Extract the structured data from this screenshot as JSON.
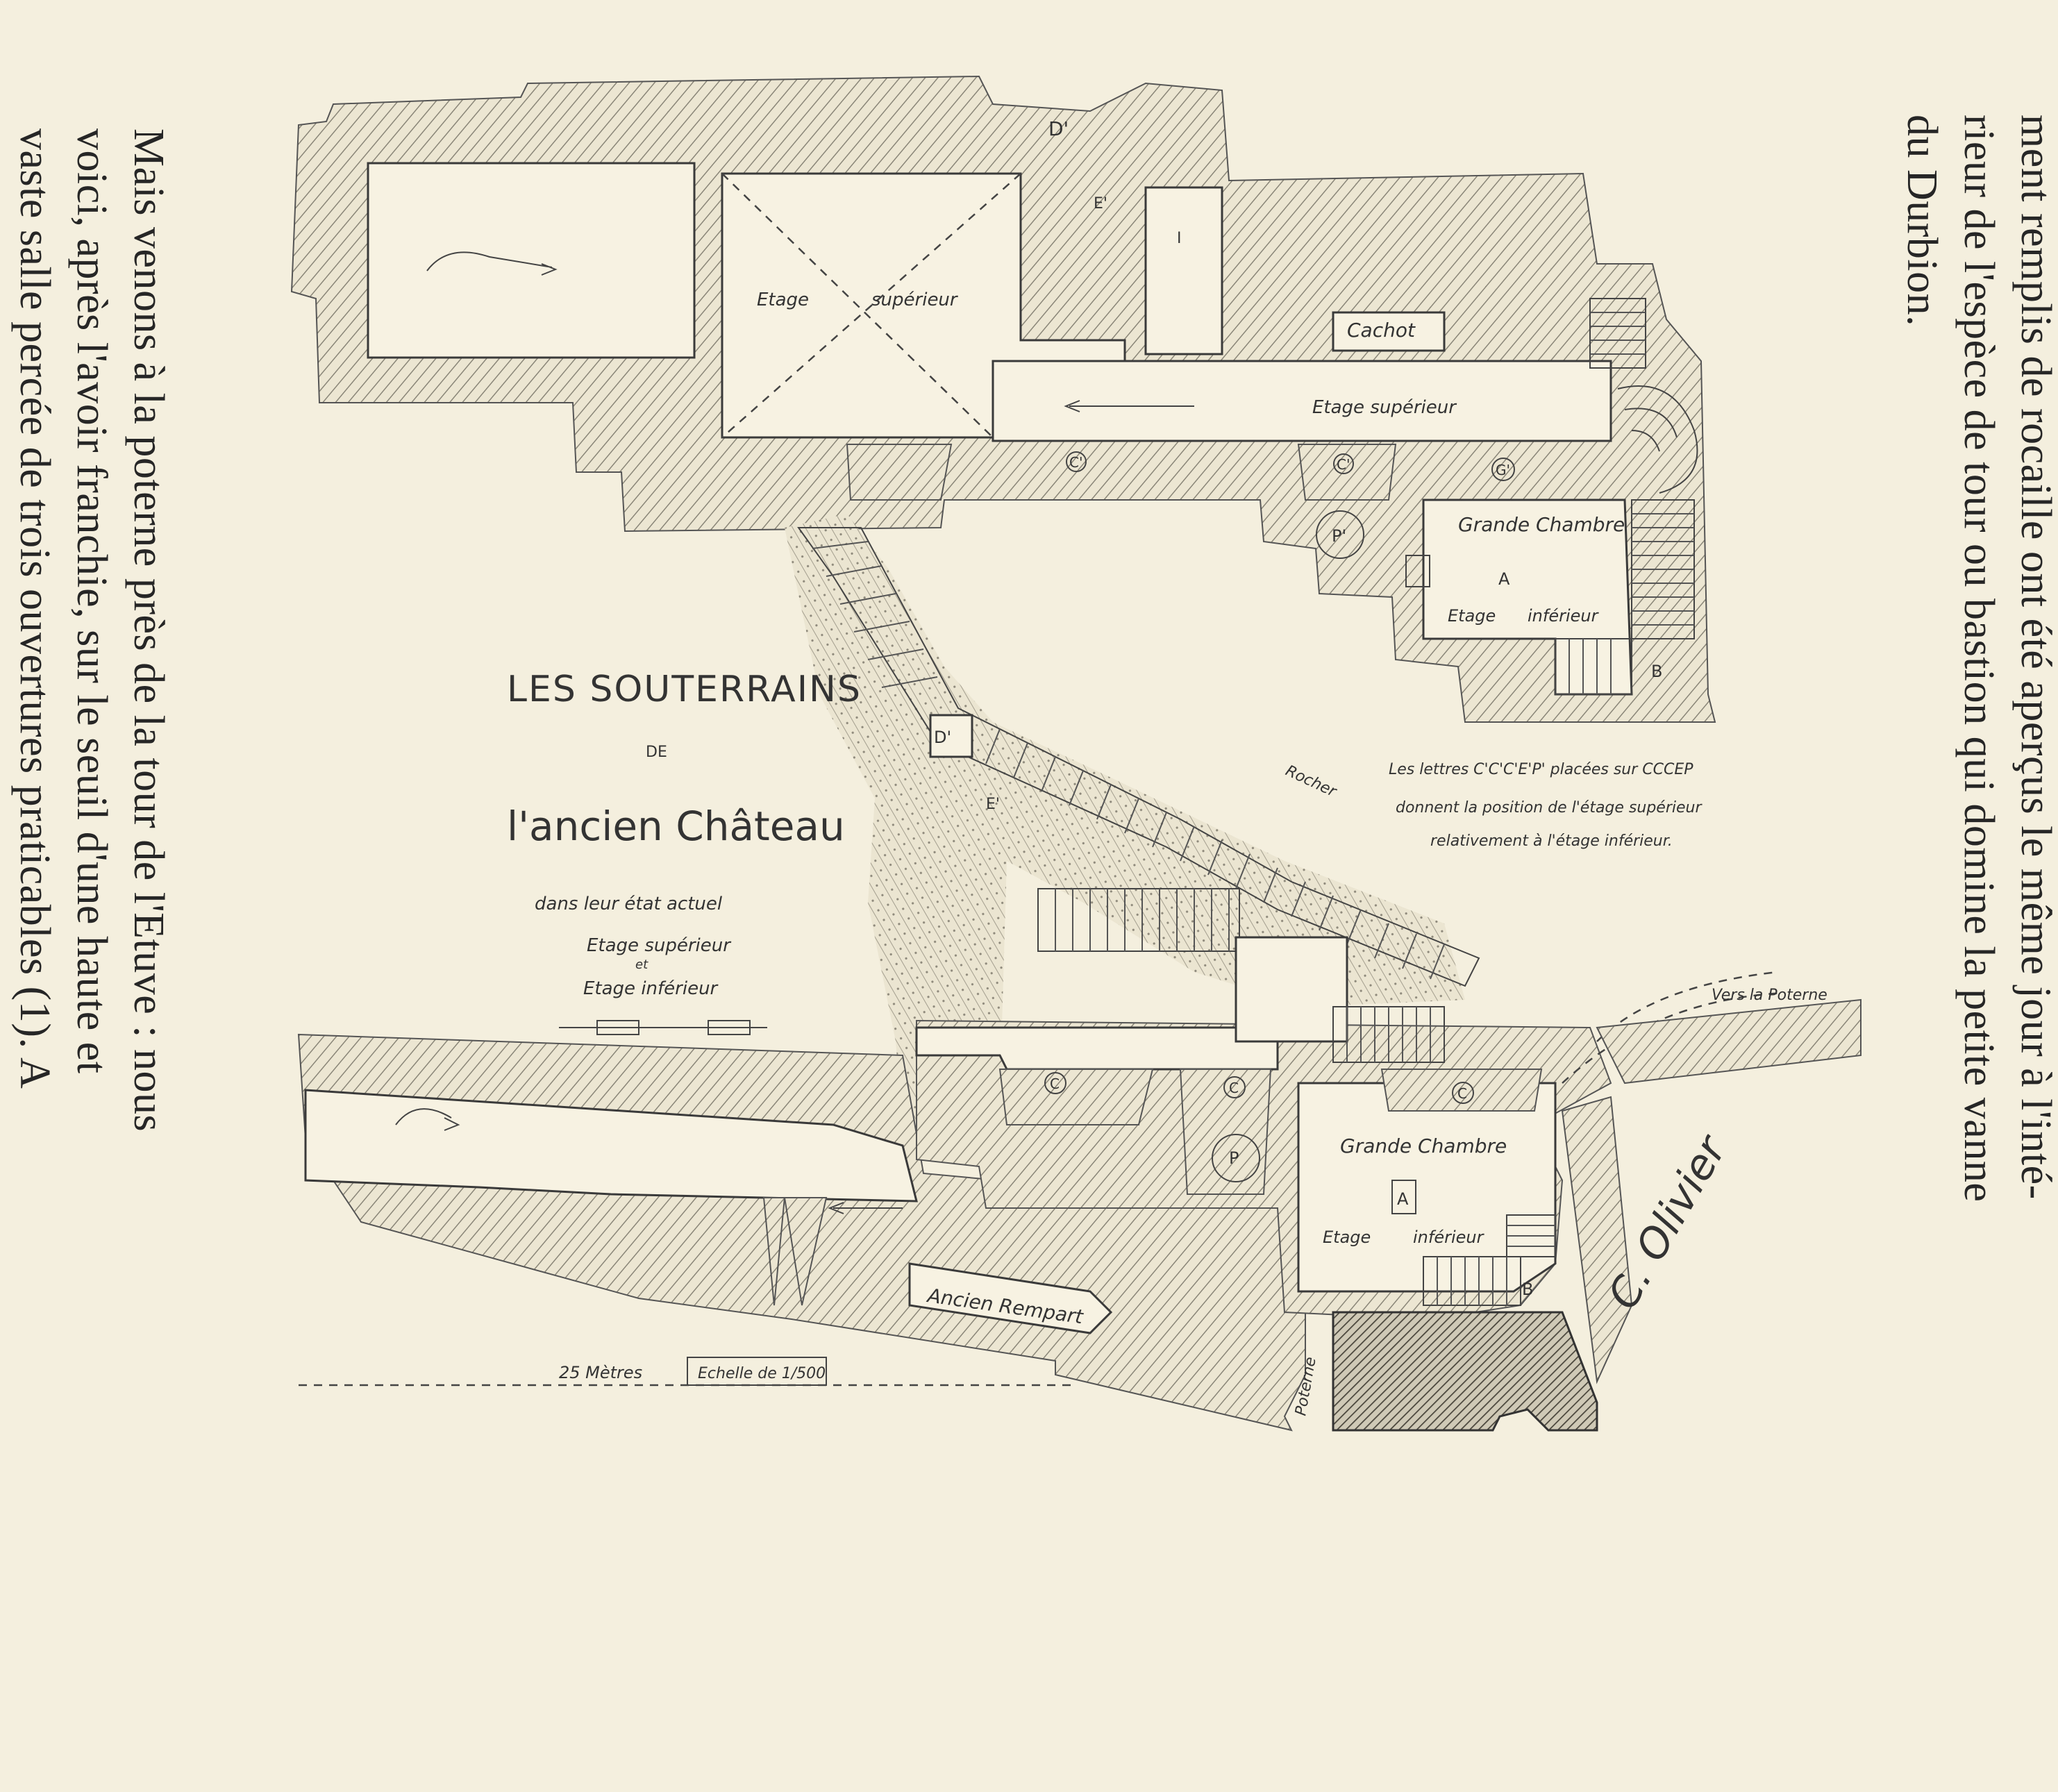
{
  "page_text": {
    "right_column": [
      "ment remplis de rocaille ont été aperçus le même jour à l'inté-",
      "rieur de l'espèce de tour ou bastion qui domine la petite vanne",
      "du Durbion."
    ],
    "left_column": [
      "Mais venons à la poterne près de la tour de l'Etuve : nous",
      "voici, après l'avoir franchie, sur le seuil d'une haute et",
      "vaste salle percée de trois ouvertures praticables (1). A"
    ]
  },
  "plan": {
    "title_main": "LES SOUTERRAINS",
    "title_de": "DE",
    "title_sub": "l'ancien Château",
    "legend_1": "dans leur état actuel",
    "legend_2": "Etage supérieur",
    "legend_3": "et",
    "legend_4": "Etage inférieur",
    "upper": {
      "etage_superieur_1": "Etage",
      "etage_superieur_2": "supérieur",
      "cachot": "Cachot",
      "etage_superieur_corridor": "Etage supérieur",
      "grande_chambre": "Grande Chambre",
      "etage_inferieur_1": "Etage",
      "etage_inferieur_2": "inférieur",
      "letter_D": "D'",
      "letter_E": "E'",
      "letter_B": "B",
      "letter_A": "A",
      "letter_P": "P'",
      "letter_C1": "C'",
      "letter_C2": "C'",
      "letter_C3": "G'",
      "letter_I": "I"
    },
    "middle": {
      "rocher": "Rocher",
      "letter_D": "D'",
      "letter_E": "E'",
      "note_1": "Les lettres C'C'C'E'P' placées sur CCCEP",
      "note_2": "donnent la position de l'étage supérieur",
      "note_3": "relativement à l'étage inférieur."
    },
    "lower": {
      "grande_chambre": "Grande Chambre",
      "etage_1": "Etage",
      "etage_2": "inférieur",
      "ancien_rempart": "Ancien Rempart",
      "poterne": "Poterne",
      "vers_la_poterne": "Vers la Poterne",
      "letter_B": "B",
      "letter_A": "A",
      "letter_P": "P",
      "letter_C1": "C",
      "letter_C2": "C",
      "letter_C3": "C"
    },
    "scale_label": "25 Mètres",
    "scale_ratio": "Echelle de 1/500",
    "signature": "C. Olivier"
  }
}
